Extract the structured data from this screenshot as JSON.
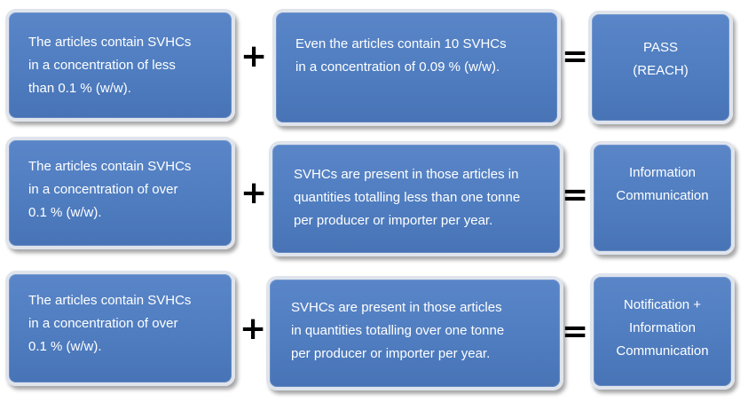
{
  "rows": [
    {
      "condition": "The articles contain SVHCs\nin a concentration of less\nthan 0.1 % (w/w).",
      "operator_plus": "+",
      "detail": "Even the articles contain 10 SVHCs\nin a concentration of 0.09 % (w/w).",
      "operator_equals": "=",
      "result": "PASS\n(REACH)"
    },
    {
      "condition": "The articles contain SVHCs\nin a concentration of over\n0.1 % (w/w).",
      "operator_plus": "+",
      "detail": "SVHCs are present in those articles in\nquantities totalling less than one tonne\nper producer or importer per year.",
      "operator_equals": "=",
      "result": "Information\nCommunication"
    },
    {
      "condition": "The articles contain SVHCs\nin a concentration of over\n0.1 % (w/w).",
      "operator_plus": "+",
      "detail": "SVHCs are present in those articles\nin quantities totalling over one tonne\nper producer or importer per year.",
      "operator_equals": "=",
      "result": "Notification +\nInformation\nCommunication"
    }
  ],
  "colors": {
    "box_fill": "#4f7dc0",
    "box_border": "#dfe4ec",
    "text": "#ffffff",
    "operator": "#000000"
  }
}
